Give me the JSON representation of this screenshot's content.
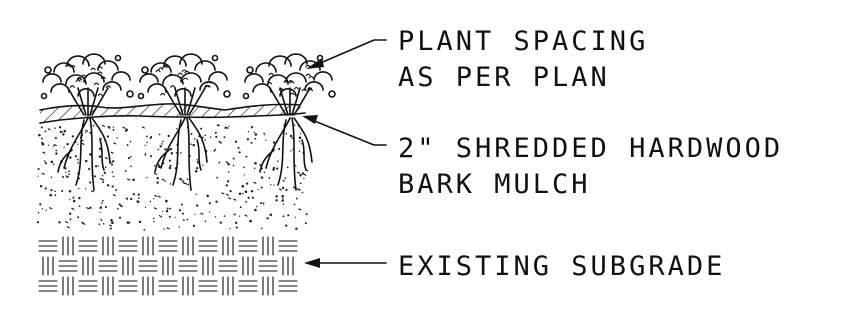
{
  "callouts": {
    "plant_spacing": {
      "line1": "PLANT SPACING",
      "line2": "AS PER PLAN"
    },
    "mulch": {
      "line1": "2\" SHREDDED HARDWOOD",
      "line2": "BARK MULCH"
    },
    "subgrade": {
      "line1": "EXISTING SUBGRADE"
    }
  },
  "colors": {
    "ink": "#111111",
    "background": "#ffffff"
  }
}
